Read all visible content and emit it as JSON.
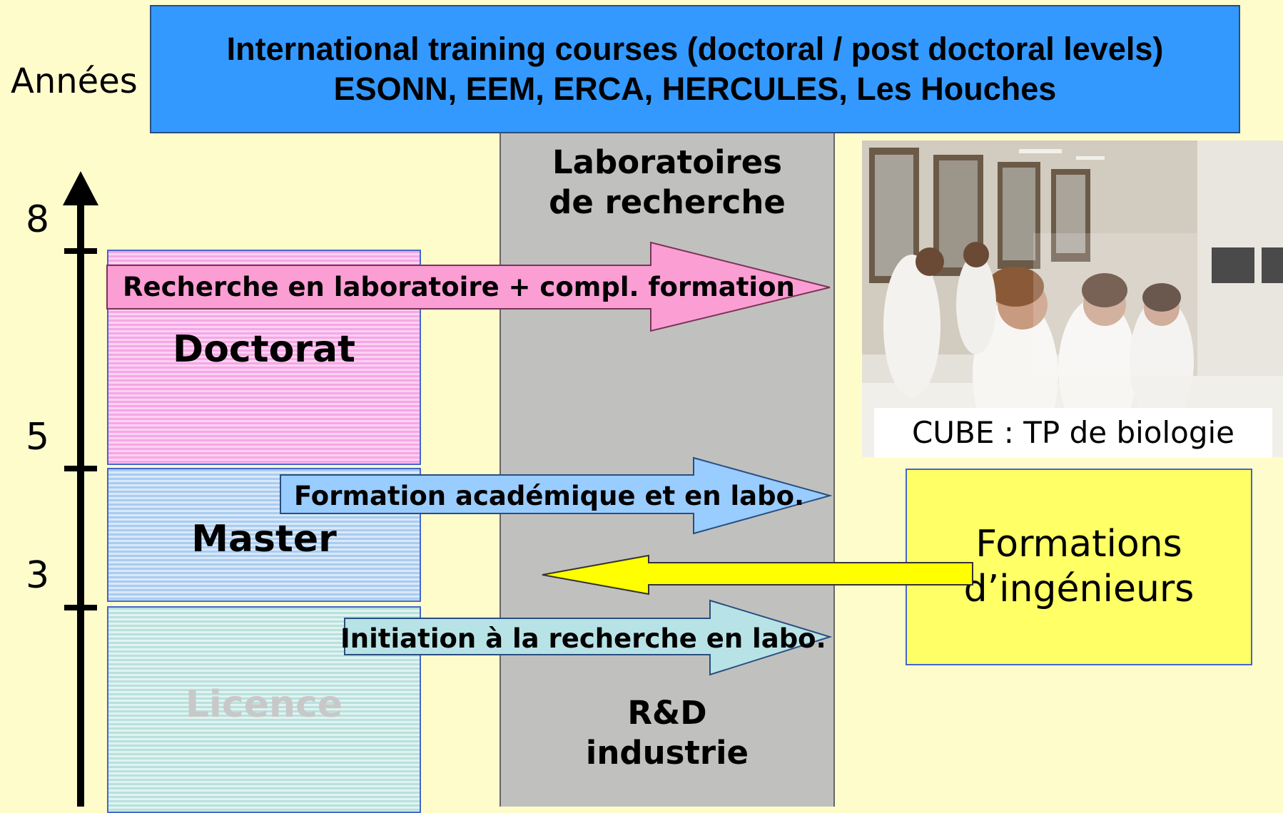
{
  "header": {
    "line1": "International training courses (doctoral / post doctoral levels)",
    "line2": "ESONN, EEM, ERCA, HERCULES, Les Houches"
  },
  "axis": {
    "label": "Années",
    "ticks": [
      "8",
      "5",
      "3"
    ]
  },
  "levels": {
    "doctorat": "Doctorat",
    "master": "Master",
    "licence": "Licence"
  },
  "band": {
    "top_line1": "Laboratoires",
    "top_line2": "de recherche",
    "bottom_line1": "R&D",
    "bottom_line2": "industrie"
  },
  "arrows": {
    "doctorat": "Recherche en laboratoire + compl. formation",
    "master": "Formation académique et en labo.",
    "licence": "Initiation à la recherche en labo."
  },
  "photo": {
    "caption": "CUBE : TP de biologie"
  },
  "engineering": {
    "line1": "Formations",
    "line2": "d’ingénieurs"
  },
  "colors": {
    "banner": "#3399ff",
    "background": "#fffccc",
    "band": "#c0c1be",
    "doctorat": "#f6a6e6",
    "master": "#a9ccf0",
    "licence": "#b7e1df",
    "arrow_doctorat": "#fa9ed4",
    "arrow_master": "#99ccff",
    "arrow_licence": "#b8e3e6",
    "arrow_engineering": "#ffff00",
    "engineering_box": "#ffff66",
    "licence_text": "#c8c8c8"
  }
}
